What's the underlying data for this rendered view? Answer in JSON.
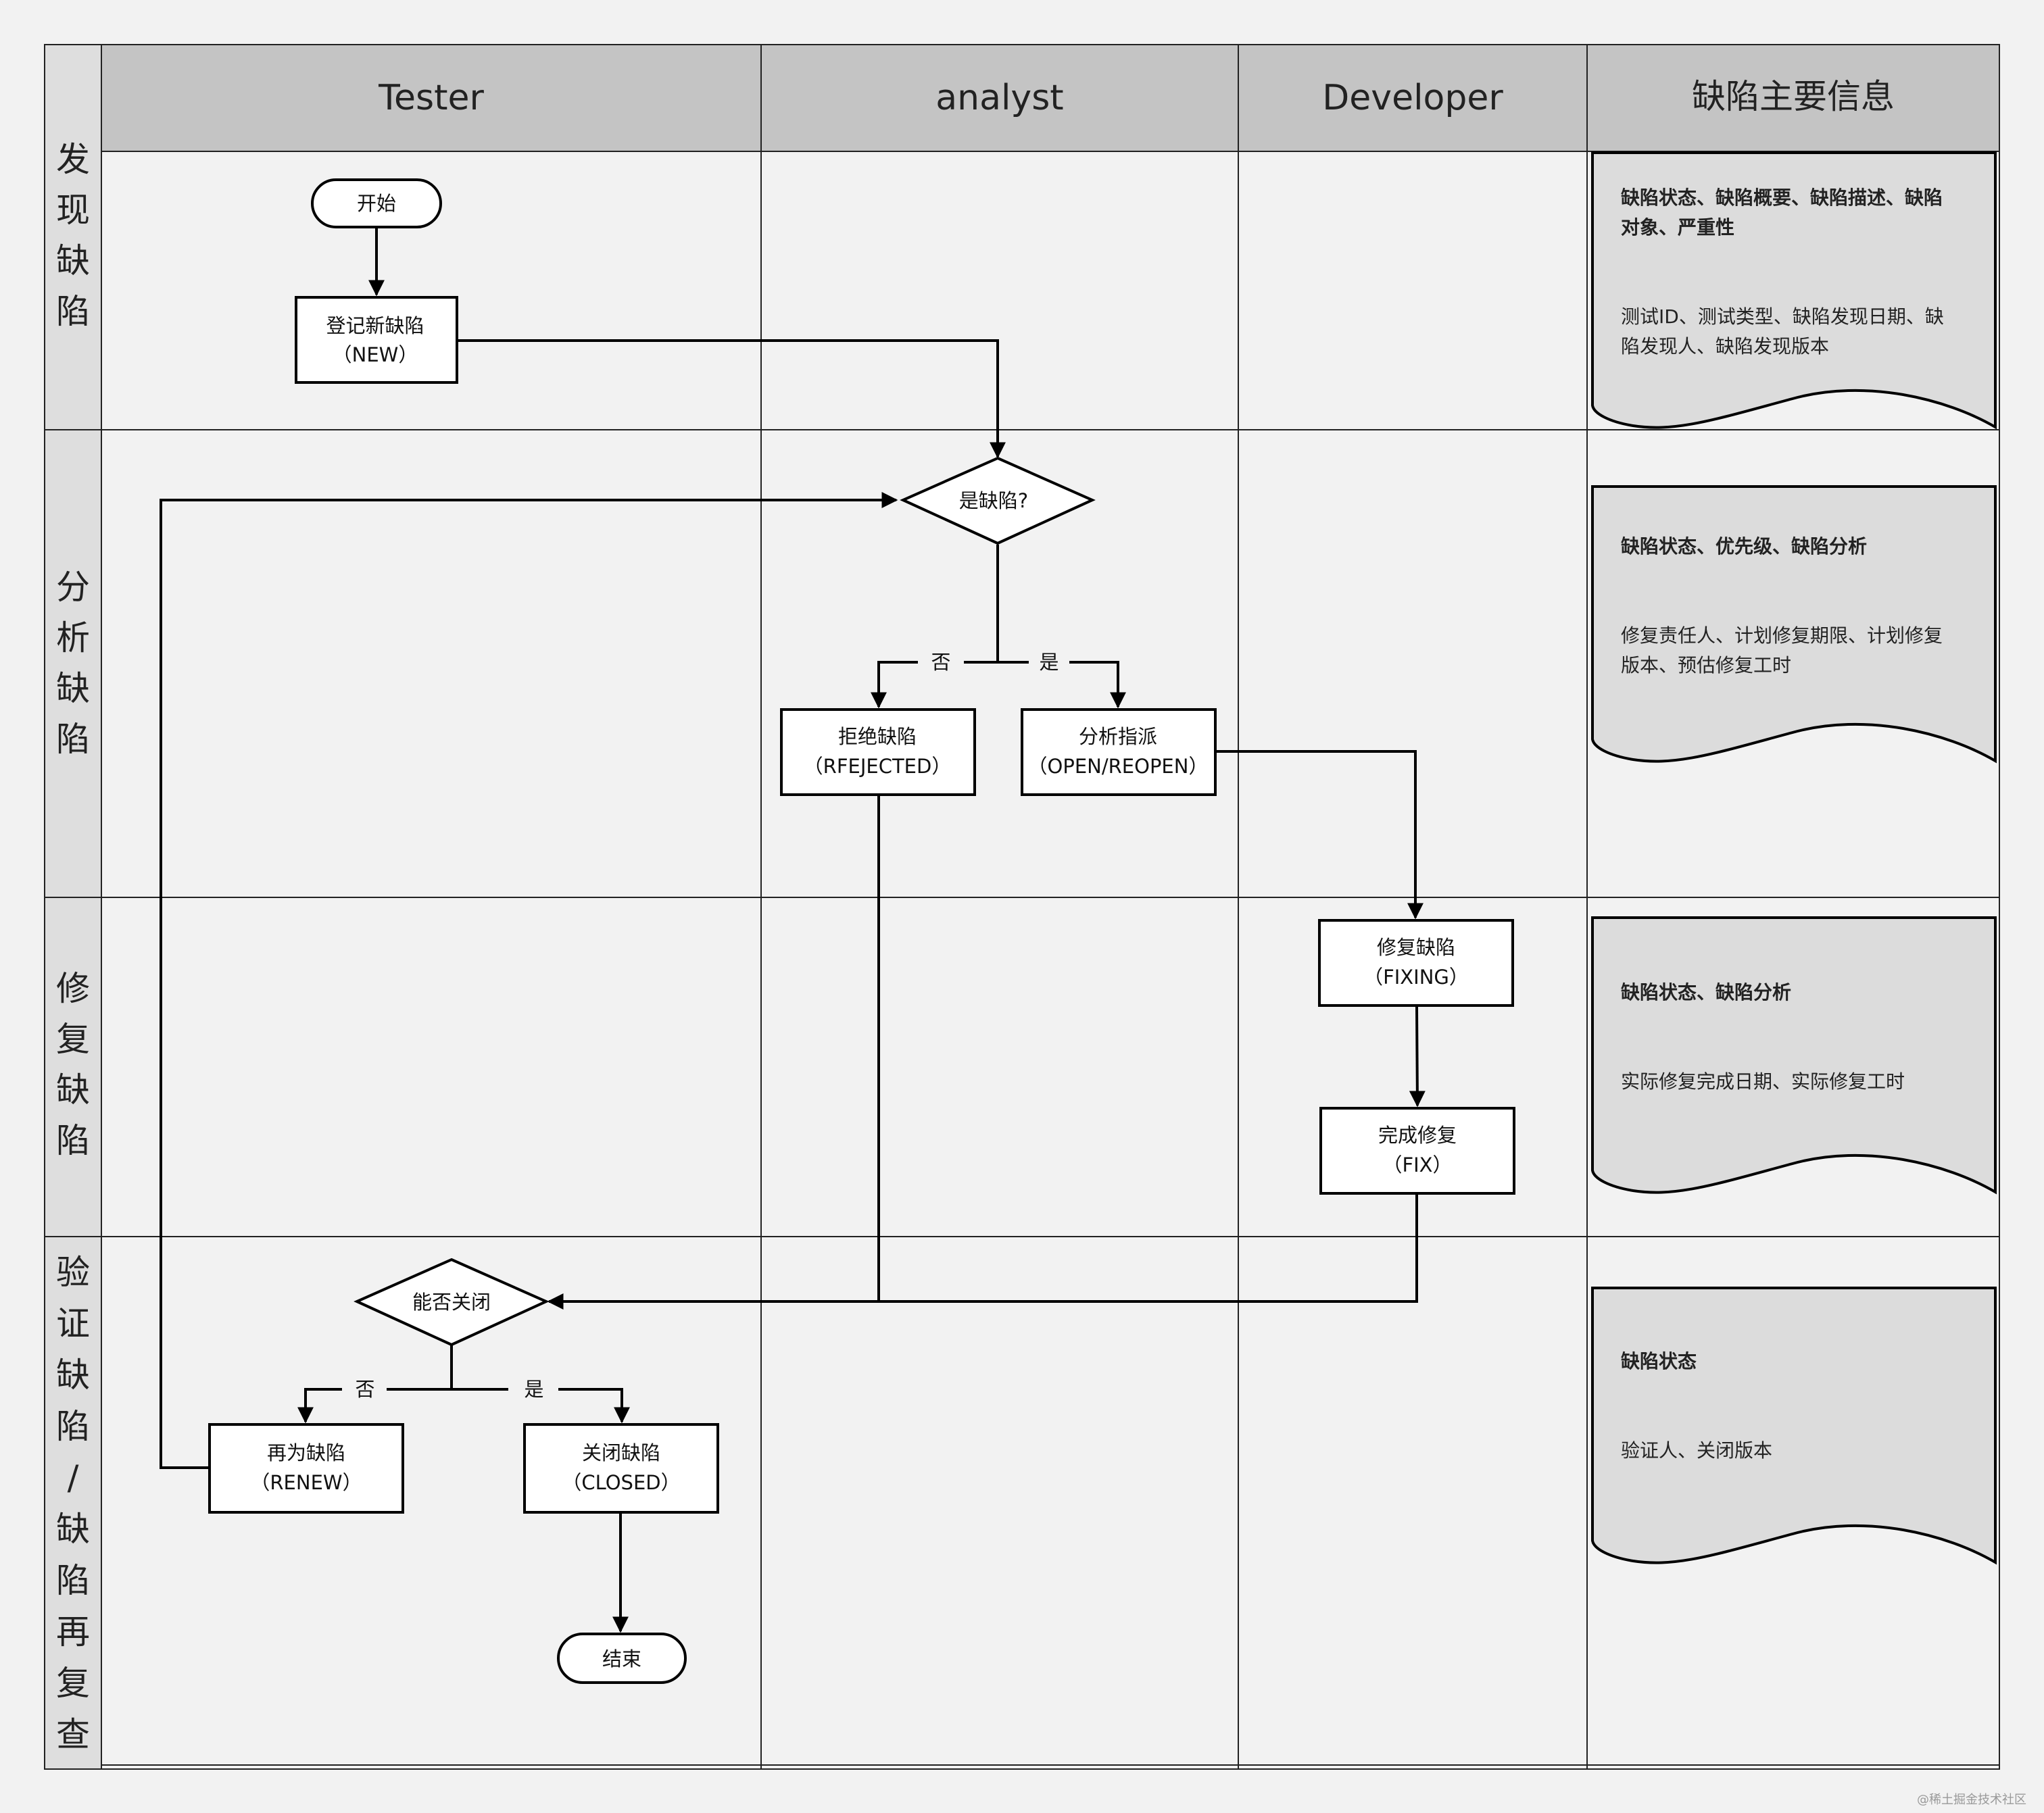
{
  "header": {
    "columns": [
      "Tester",
      "analyst",
      "Developer",
      "缺陷主要信息"
    ]
  },
  "lanes": [
    {
      "label": [
        "发",
        "现",
        "缺",
        "陷"
      ]
    },
    {
      "label": [
        "分",
        "析",
        "缺",
        "陷"
      ]
    },
    {
      "label": [
        "修",
        "复",
        "缺",
        "陷"
      ]
    },
    {
      "label": [
        "验",
        "证",
        "缺",
        "陷",
        "/",
        "缺",
        "陷",
        "再",
        "复",
        "查"
      ]
    }
  ],
  "nodes": {
    "start": "开始",
    "register_line1": "登记新缺陷",
    "register_line2": "（NEW）",
    "is_defect": "是缺陷?",
    "reject_line1": "拒绝缺陷",
    "reject_line2": "（RFEJECTED）",
    "assign_line1": "分析指派",
    "assign_line2": "（OPEN/REOPEN）",
    "fixing_line1": "修复缺陷",
    "fixing_line2": "（FIXING）",
    "fixed_line1": "完成修复",
    "fixed_line2": "（FIX）",
    "can_close": "能否关闭",
    "renew_line1": "再为缺陷",
    "renew_line2": "（RENEW）",
    "closed_line1": "关闭缺陷",
    "closed_line2": "（CLOSED）",
    "end": "结束"
  },
  "edge_labels": {
    "no_1": "否",
    "yes_1": "是",
    "no_2": "否",
    "yes_2": "是"
  },
  "info_cards": [
    {
      "bold_lines": [
        "缺陷状态、缺陷概要、缺陷描述、缺陷",
        "对象、严重性"
      ],
      "normal_lines": [
        "测试ID、测试类型、缺陷发现日期、缺",
        "陷发现人、缺陷发现版本"
      ]
    },
    {
      "bold_lines": [
        "缺陷状态、优先级、缺陷分析"
      ],
      "normal_lines": [
        "修复责任人、计划修复期限、计划修复",
        "版本、预估修复工时"
      ]
    },
    {
      "bold_lines": [
        "缺陷状态、缺陷分析"
      ],
      "normal_lines": [
        "实际修复完成日期、实际修复工时"
      ]
    },
    {
      "bold_lines": [
        "缺陷状态"
      ],
      "normal_lines": [
        "验证人、关闭版本"
      ]
    }
  ],
  "watermark": "@稀土掘金技术社区",
  "colors": {
    "background": "#f2f2f2",
    "header_fill": "#c4c4c4",
    "lane_label_fill": "#dedede",
    "card_fill": "#dcdcdc",
    "line": "#000000"
  }
}
